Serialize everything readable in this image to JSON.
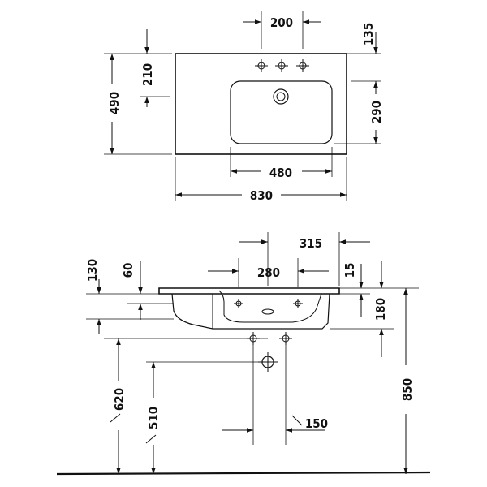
{
  "top_view": {
    "dim_200": "200",
    "dim_135": "135",
    "dim_210": "210",
    "dim_490": "490",
    "dim_290": "290",
    "dim_480": "480",
    "dim_830": "830"
  },
  "side_view": {
    "dim_315": "315",
    "dim_130": "130",
    "dim_60": "60",
    "dim_280": "280",
    "dim_15": "15",
    "dim_180": "180",
    "dim_850": "850",
    "dim_620": "620",
    "dim_510": "510",
    "dim_150": "150"
  }
}
